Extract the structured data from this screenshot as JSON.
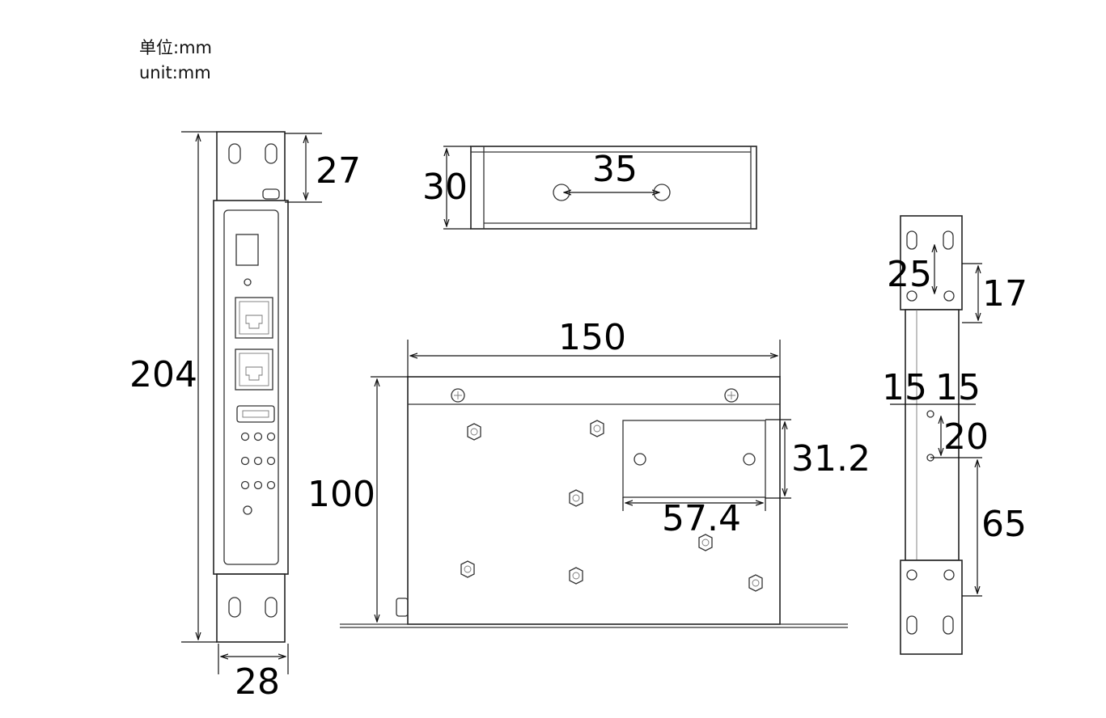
{
  "units": {
    "line_cn": "单位:mm",
    "line_en": "unit:mm"
  },
  "dimensions": {
    "front_height": "204",
    "front_width": "28",
    "front_ear": "27",
    "top_depth": "30",
    "top_hole_spacing": "35",
    "side_width": "150",
    "side_height": "100",
    "plate_height": "31.2",
    "plate_width": "57.4",
    "rear_ear_hole_a": "25",
    "rear_ear_hole_b": "17",
    "rear_offset_left": "15",
    "rear_offset_right": "15",
    "rear_hole_spacing": "20",
    "rear_bottom": "65"
  }
}
